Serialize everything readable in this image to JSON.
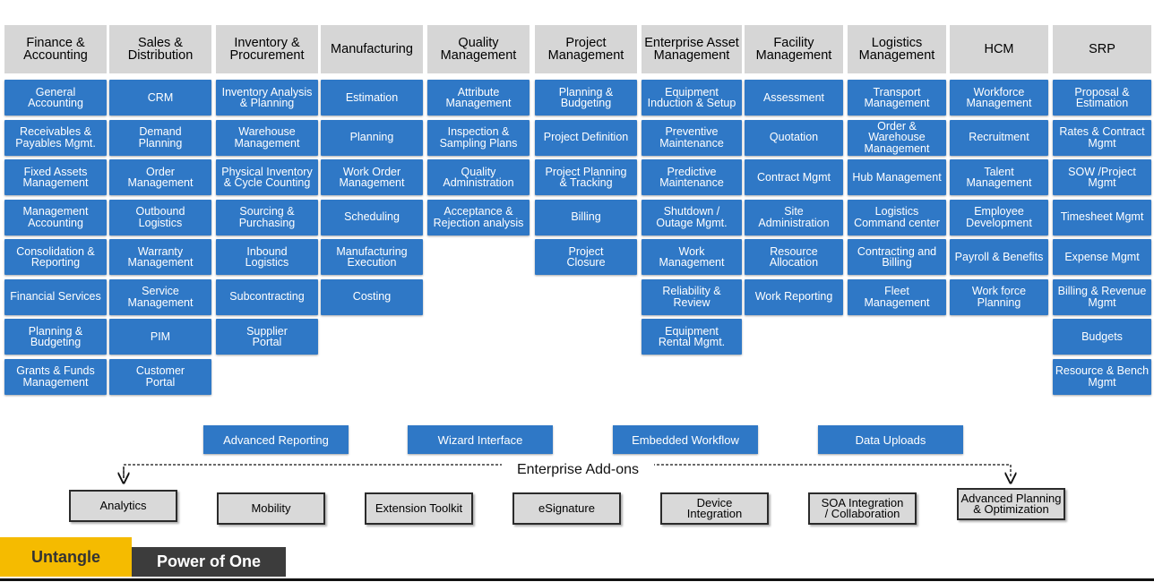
{
  "columns": [
    {
      "header": "Finance &\nAccounting",
      "items": [
        "General\nAccounting",
        "Receivables  &\nPayables Mgmt.",
        "Fixed Assets\nManagement",
        "Management\nAccounting",
        "Consolidation &\nReporting",
        "Financial Services",
        "Planning &\nBudgeting",
        "Grants & Funds\nManagement"
      ]
    },
    {
      "header": "Sales &\nDistribution",
      "items": [
        "CRM",
        "Demand\nPlanning",
        "Order\nManagement",
        "Outbound\nLogistics",
        "Warranty\nManagement",
        "Service\nManagement",
        "PIM",
        "Customer\nPortal"
      ]
    },
    {
      "header": "Inventory &\nProcurement",
      "items": [
        "Inventory Analysis\n& Planning",
        "Warehouse\nManagement",
        "Physical Inventory\n& Cycle Counting",
        "Sourcing &\nPurchasing",
        "Inbound\nLogistics",
        "Subcontracting",
        "Supplier\nPortal"
      ]
    },
    {
      "header": "Manufacturing",
      "items": [
        "Estimation",
        "Planning",
        "Work Order\nManagement",
        "Scheduling",
        "Manufacturing\nExecution",
        "Costing"
      ]
    },
    {
      "header": "Quality\nManagement",
      "items": [
        "Attribute\nManagement",
        "Inspection &\nSampling Plans",
        "Quality\nAdministration",
        "Acceptance &\nRejection analysis"
      ]
    },
    {
      "header": "Project\nManagement",
      "items": [
        "Planning &\nBudgeting",
        "Project Definition",
        "Project Planning\n& Tracking",
        "Billing",
        "Project\nClosure"
      ]
    },
    {
      "header": "Enterprise Asset\nManagement",
      "items": [
        "Equipment\nInduction & Setup",
        "Preventive\nMaintenance",
        "Predictive\nMaintenance",
        "Shutdown /\nOutage Mgmt.",
        "Work\nManagement",
        "Reliability &\nReview",
        "Equipment\nRental Mgmt."
      ]
    },
    {
      "header": "Facility\nManagement",
      "items": [
        "Assessment",
        "Quotation",
        "Contract Mgmt",
        "Site\nAdministration",
        "Resource\nAllocation",
        "Work Reporting"
      ]
    },
    {
      "header": "Logistics\nManagement",
      "items": [
        "Transport\nManagement",
        "Order &\nWarehouse\nManagement",
        "Hub Management",
        "Logistics\nCommand center",
        "Contracting and\nBilling",
        "Fleet\nManagement"
      ]
    },
    {
      "header": "HCM",
      "items": [
        "Workforce\nManagement",
        "Recruitment",
        "Talent\nManagement",
        "Employee\nDevelopment",
        "Payroll & Benefits",
        "Work force\nPlanning"
      ]
    },
    {
      "header": "SRP",
      "items": [
        "Proposal &\nEstimation",
        "Rates & Contract\nMgmt",
        "SOW /Project\nMgmt",
        "Timesheet Mgmt",
        "Expense Mgmt",
        "Billing & Revenue\nMgmt",
        "Budgets",
        "Resource & Bench\nMgmt"
      ]
    }
  ],
  "features": [
    "Advanced Reporting",
    "Wizard Interface",
    "Embedded Workflow",
    "Data Uploads"
  ],
  "enterprise_addons_label": "Enterprise Add-ons",
  "addons": [
    "Analytics",
    "Mobility",
    "Extension Toolkit",
    "eSignature",
    "Device\nIntegration",
    "SOA Integration\n/ Collaboration",
    "Advanced Planning\n& Optimization"
  ],
  "footer": {
    "untangle": "Untangle",
    "power_of_one": "Power of One"
  },
  "colors": {
    "module_blue": "#2f78c6",
    "header_gray": "#d6d6d6",
    "untangle_yellow": "#f5bb00",
    "power_dark": "#3c3c3c"
  }
}
